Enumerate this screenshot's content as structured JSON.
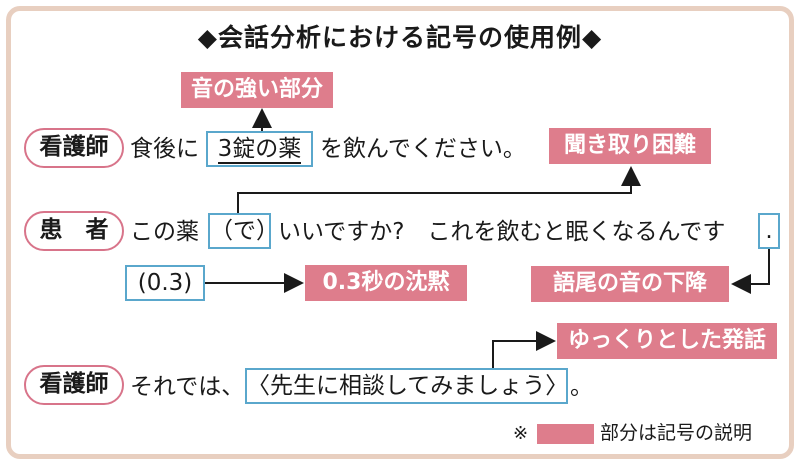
{
  "title": "◆会話分析における記号の使用例◆",
  "colors": {
    "label_bg": "#de7d8c",
    "box_border": "#5aa7cc",
    "frame": "#e8cfc0",
    "speaker_border": "#d8748a"
  },
  "line1": {
    "speaker": "看護師",
    "before": "食後に",
    "boxed": "3錠の薬",
    "after": "を飲んでください。"
  },
  "line2": {
    "speaker": "患　者",
    "before": "この薬",
    "boxed": "（で）",
    "middle": "いいですか?　これを飲むと眠くなるんです",
    "boxed_end": "."
  },
  "line3": {
    "boxed": "(0.3)"
  },
  "line4": {
    "speaker": "看護師",
    "before": "それでは、",
    "boxed": "〈先生に相談してみましょう〉",
    "after": "。"
  },
  "labels": {
    "strong": "音の強い部分",
    "hard_to_hear": "聞き取り困難",
    "pause": "0.3秒の沈黙",
    "falling": "語尾の音の下降",
    "slow": "ゆっくりとした発話"
  },
  "note": {
    "mark": "※",
    "text": "部分は記号の説明"
  }
}
